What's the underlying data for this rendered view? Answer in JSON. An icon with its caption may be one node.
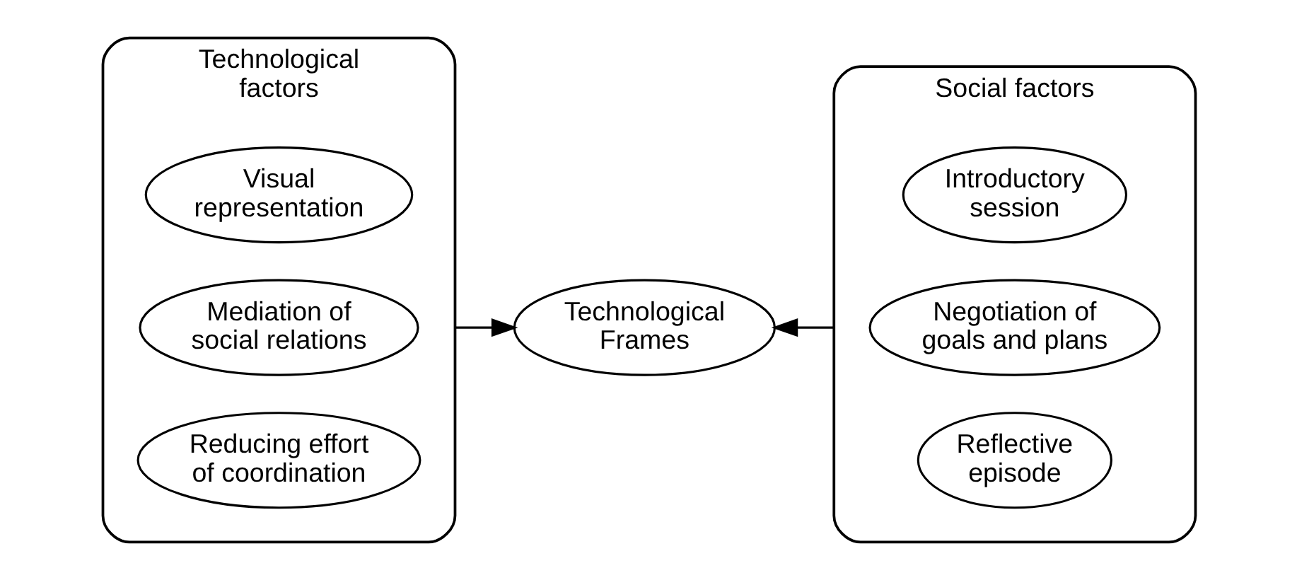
{
  "diagram": {
    "nodes": [
      {
        "text": [
          "Technological factors"
        ]
      },
      {
        "text": [
          "Visual representation"
        ],
        "in": 0
      },
      {
        "text": [
          "Mediation of social relations"
        ],
        "in": 0
      },
      {
        "text": [
          "Reducing effort of coordination"
        ],
        "in": 0
      },
      {
        "text": [
          "Technological Frames"
        ]
      },
      {
        "text": [
          "Social factors"
        ]
      },
      {
        "text": [
          "Introductory session"
        ],
        "in": 5
      },
      {
        "text": [
          "Negotiation of goals and plans"
        ],
        "in": 5
      },
      {
        "text": [
          "Reflective episode"
        ],
        "in": 5
      }
    ],
    "edges": [
      {
        "from": 0,
        "to": 4,
        "arrow": "to"
      },
      {
        "from": 5,
        "to": 4,
        "arrow": "to"
      }
    ]
  }
}
